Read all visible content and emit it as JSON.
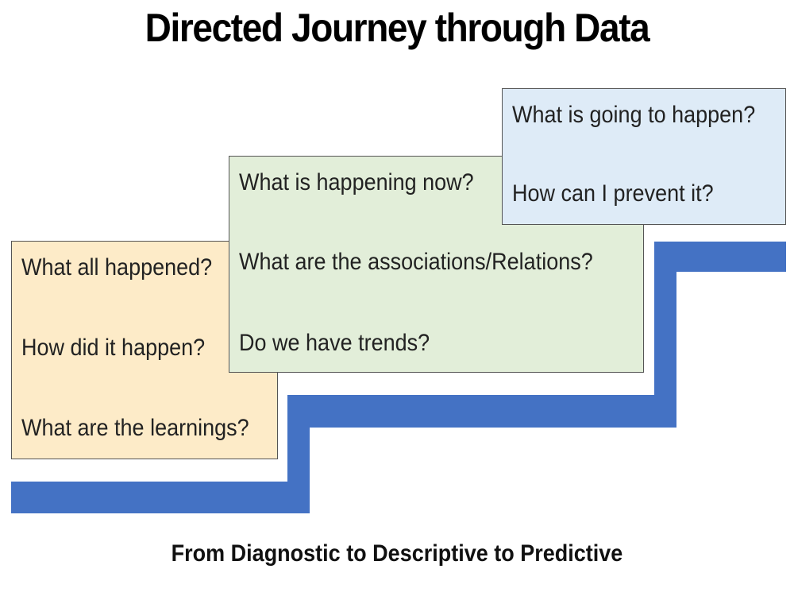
{
  "title": "Directed Journey through Data",
  "caption": "From Diagnostic to Descriptive to Predictive",
  "colors": {
    "stair": "#4472c4",
    "box_descriptive": "#fdebc8",
    "box_diagnostic": "#e2eed9",
    "box_predictive": "#deebf7"
  },
  "boxes": [
    {
      "questions": [
        "What all happened?",
        "How did it happen?",
        "What are the learnings?"
      ]
    },
    {
      "questions": [
        "What is happening now?",
        "What are the associations/Relations?",
        "Do we have trends?"
      ]
    },
    {
      "questions": [
        "What is going to happen?",
        "How can I prevent it?"
      ]
    }
  ]
}
